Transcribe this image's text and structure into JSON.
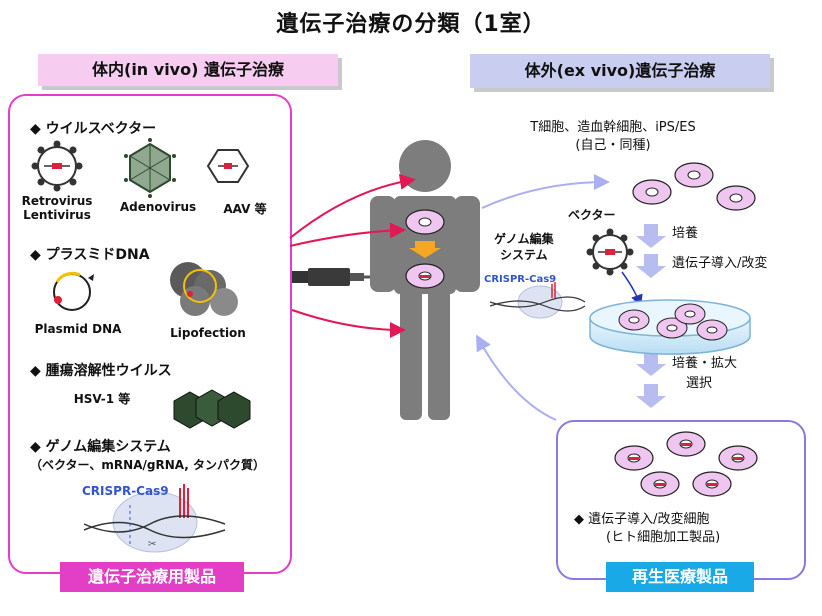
{
  "title": "遺伝子治療の分類（1室）",
  "in_vivo": {
    "header": "体内(in vivo) 遺伝子治療",
    "sections": [
      {
        "label": "◆  ウイルスベクター"
      },
      {
        "label": "◆  プラスミドDNA"
      },
      {
        "label": "◆  腫瘍溶解性ウイルス"
      },
      {
        "label": "◆  ゲノム編集システム"
      }
    ],
    "virus_labels": {
      "retro": "Retrovirus",
      "lenti": "Lentivirus",
      "adeno": "Adenovirus",
      "aav": "AAV  等"
    },
    "plasmid_labels": {
      "plasmid": "Plasmid DNA",
      "lipo": "Lipofection"
    },
    "hsv_label": "HSV-1 等",
    "genome_sub": "（ベクター、mRNA/gRNA, タンパク質）",
    "crispr_label": "CRISPR-Cas9",
    "product_tag": "遺伝子治療用製品"
  },
  "ex_vivo": {
    "header": "体外(ex vivo)遺伝子治療",
    "cells_line1": "T細胞、造血幹細胞、iPS/ES",
    "cells_line2": "(自己・同種)",
    "vector_label": "ベクター",
    "genome_label_1": "ゲノム編集",
    "genome_label_2": "システム",
    "crispr_label": "CRISPR-Cas9",
    "step1": "培養",
    "step2": "遺伝子導入/改変",
    "step3": "培養・拡大",
    "step4": "選択",
    "result_1": "◆  遺伝子導入/改変細胞",
    "result_2": "(ヒト細胞加工製品)",
    "product_tag": "再生医療製品"
  },
  "colors": {
    "magenta": "#e23fc6",
    "cyan": "#19a9e6",
    "arrow_blue": "#b7bdf0",
    "cell_fill": "#efc6ef"
  }
}
